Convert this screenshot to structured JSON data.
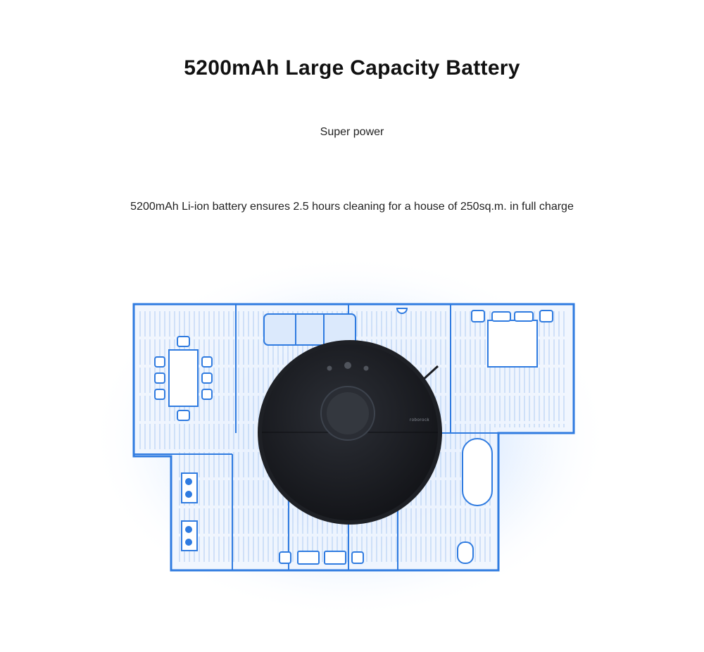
{
  "header": {
    "title": "5200mAh Large Capacity Battery",
    "subtitle": "Super power",
    "description": "5200mAh Li-ion battery ensures 2.5 hours cleaning for a house of 250sq.m. in full charge"
  },
  "illustration": {
    "robot_brand": "roborock",
    "icons": [
      "floor-plan-icon",
      "robot-vacuum-icon"
    ],
    "colors": {
      "plan_line": "#2f7be0",
      "plan_fill": "#e8f1fd",
      "glow": "#6aa7ff",
      "robot_body": "#1b1d22"
    }
  }
}
